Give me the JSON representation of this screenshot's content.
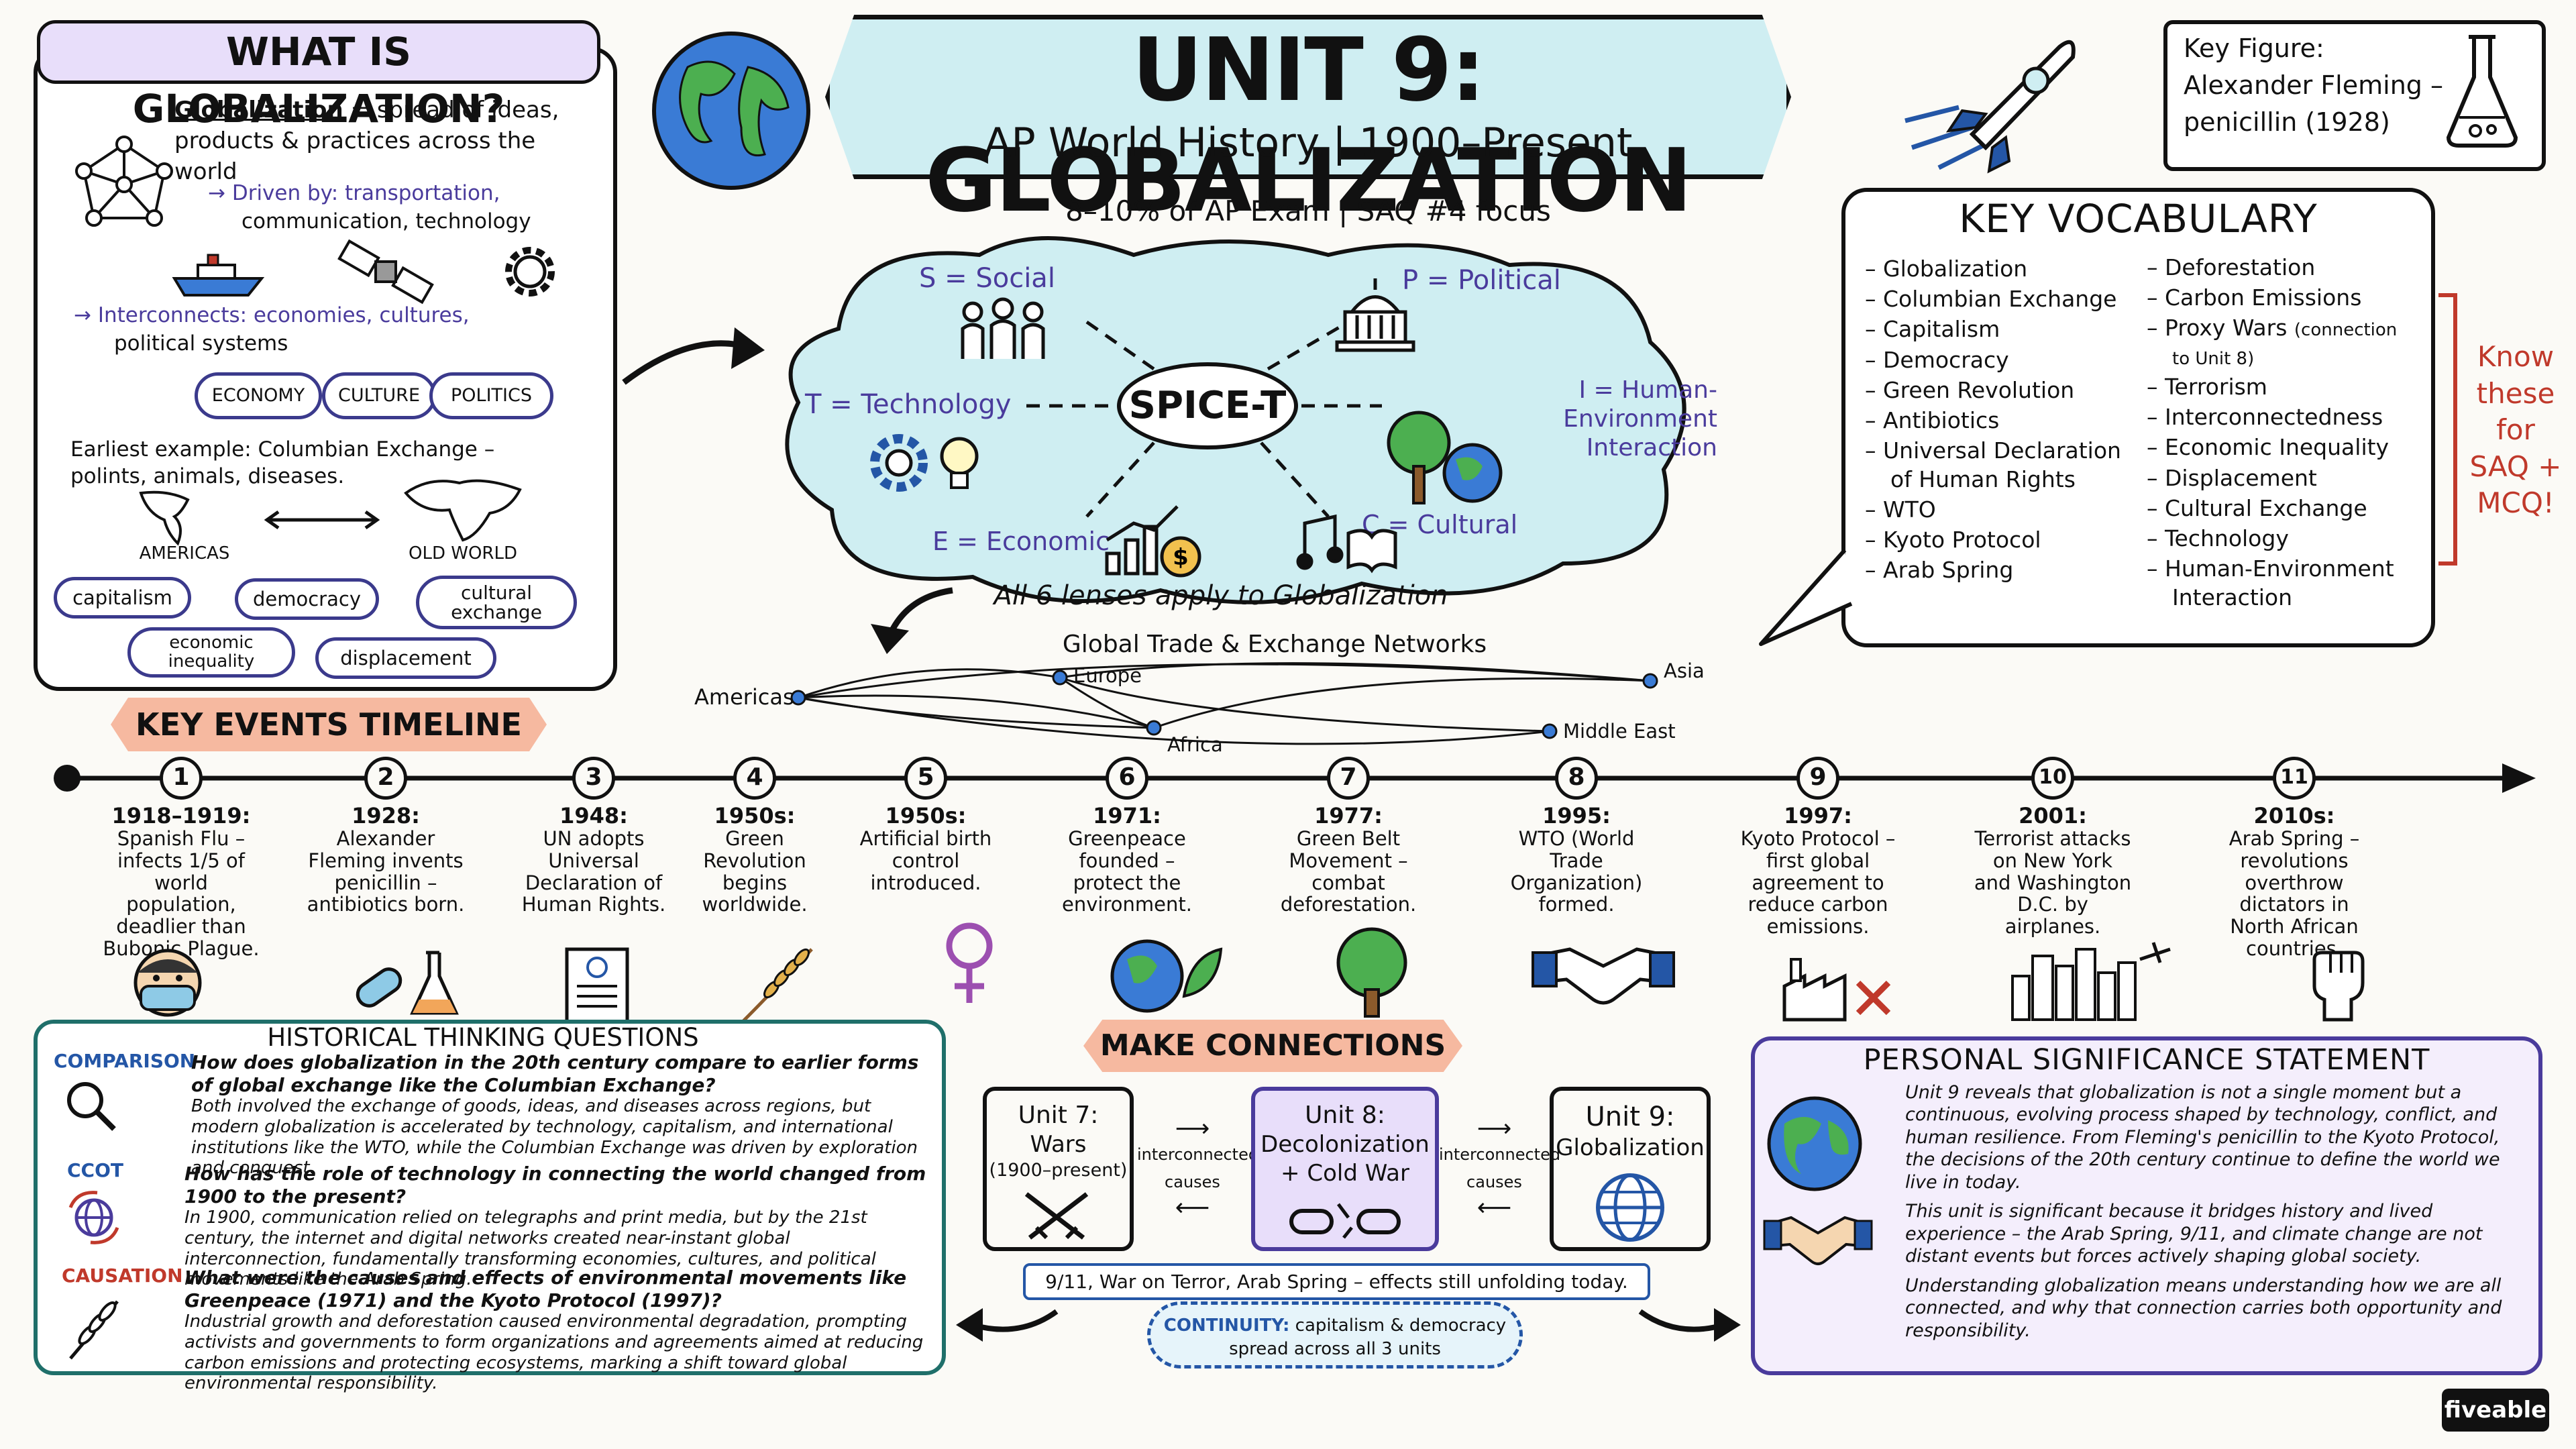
{
  "header": {
    "title": "UNIT 9: GLOBALIZATION",
    "subtitle": "AP World History | 1900–Present",
    "exam_note": "8–10% of AP Exam | SAQ #4 focus"
  },
  "key_figure": {
    "label": "Key Figure:",
    "name": "Alexander Fleming –",
    "detail": "penicillin (1928)"
  },
  "what_is": {
    "title": "WHAT IS GLOBALIZATION?",
    "def_term": "Globalization",
    "def_rest": " = spread of ideas,",
    "def_line2": "products & practices across the world",
    "driven": "→ Driven by: transportation,",
    "driven2": "communication, technology",
    "interconnects": "→ Interconnects: economies, cultures,",
    "interconnects2": "political systems",
    "pills": [
      "ECONOMY",
      "CULTURE",
      "POLITICS"
    ],
    "earliest": "Earliest example: Columbian Exchange –",
    "earliest2": "polints, animals, diseases.",
    "americas": "AMERICAS",
    "old_world": "OLD WORLD",
    "tags": [
      "capitalism",
      "democracy",
      "cultural exchange",
      "economic inequality",
      "displacement"
    ]
  },
  "spice": {
    "center": "SPICE-T",
    "social": "S = Social",
    "political": "P = Political",
    "technology": "T = Technology",
    "human_env": "I = Human-Environment",
    "human_env2": "Interaction",
    "economic": "E = Economic",
    "cultural": "C = Cultural",
    "footer": "All 6 lenses apply to Globalization"
  },
  "vocab": {
    "title": "KEY VOCABULARY",
    "left": [
      "Globalization",
      "Columbian Exchange",
      "Capitalism",
      "Democracy",
      "Green Revolution",
      "Antibiotics",
      "Universal Declaration of Human Rights",
      "WTO",
      "Kyoto Protocol",
      "Arab Spring"
    ],
    "right": [
      "Deforestation",
      "Carbon Emissions",
      "Proxy Wars",
      "Terrorism",
      "Interconnectedness",
      "Economic Inequality",
      "Displacement",
      "Cultural Exchange",
      "Technology",
      "Human-Environment Interaction"
    ],
    "proxy_note": "(connection",
    "proxy_note2": "to Unit 8)",
    "side_note": [
      "Know",
      "these",
      "for",
      "SAQ +",
      "MCQ!"
    ]
  },
  "trade": {
    "title": "Global Trade & Exchange Networks",
    "nodes": [
      "Americas",
      "Europe",
      "Africa",
      "Asia",
      "Middle East"
    ]
  },
  "timeline": {
    "title": "KEY EVENTS TIMELINE",
    "events": [
      {
        "n": "1",
        "date": "1918–1919:",
        "text": "Spanish Flu – infects 1/5 of world population, deadlier than Bubonic Plague."
      },
      {
        "n": "2",
        "date": "1928:",
        "text": "Alexander Fleming invents penicillin – antibiotics born."
      },
      {
        "n": "3",
        "date": "1948:",
        "text": "UN adopts Universal Declaration of Human Rights."
      },
      {
        "n": "4",
        "date": "1950s:",
        "text": "Green Revolution begins worldwide."
      },
      {
        "n": "5",
        "date": "1950s:",
        "text": "Artificial birth control introduced."
      },
      {
        "n": "6",
        "date": "1971:",
        "text": "Greenpeace founded – protect the environment."
      },
      {
        "n": "7",
        "date": "1977:",
        "text": "Green Belt Movement – combat deforestation."
      },
      {
        "n": "8",
        "date": "1995:",
        "text": "WTO (World Trade Organization) formed."
      },
      {
        "n": "9",
        "date": "1997:",
        "text": "Kyoto Protocol – first global agreement to reduce carbon emissions."
      },
      {
        "n": "10",
        "date": "2001:",
        "text": "Terrorist attacks on New York and Washington D.C. by airplanes."
      },
      {
        "n": "11",
        "date": "2010s:",
        "text": "Arab Spring – revolutions overthrow dictators in North African countries."
      }
    ]
  },
  "htq": {
    "title": "HISTORICAL THINKING QUESTIONS",
    "items": [
      {
        "label": "COMPARISON",
        "q": "How does globalization in the 20th century compare to earlier forms of global exchange like the Columbian Exchange?",
        "a": "Both involved the exchange of goods, ideas, and diseases across regions, but modern globalization is accelerated by technology, capitalism, and international institutions like the WTO, while the Columbian Exchange was driven by exploration and conquest."
      },
      {
        "label": "CCOT",
        "q": "How has the role of technology in connecting the world changed from 1900 to the present?",
        "a": "In 1900, communication relied on telegraphs and print media, but by the 21st century, the internet and digital networks created near-instant global interconnection, fundamentally transforming economies, cultures, and political movements like the Arab Spring."
      },
      {
        "label": "CAUSATION",
        "q": "What were the causes and effects of environmental movements like Greenpeace (1971) and the Kyoto Protocol (1997)?",
        "a": "Industrial growth and deforestation caused environmental degradation, prompting activists and governments to form organizations and agreements aimed at reducing carbon emissions and protecting ecosystems, marking a shift toward global environmental responsibility."
      }
    ]
  },
  "connections": {
    "title": "MAKE CONNECTIONS",
    "unit7": [
      "Unit 7:",
      "Wars",
      "(1900–present)"
    ],
    "unit8": [
      "Unit 8:",
      "Decolonization",
      "+ Cold War"
    ],
    "unit9": [
      "Unit 9:",
      "Globalization"
    ],
    "link1": [
      "interconnected",
      "causes"
    ],
    "link2": [
      "interconnected",
      "causes"
    ],
    "effects": "9/11, War on Terror, Arab Spring – effects still unfolding today.",
    "continuity_label": "CONTINUITY:",
    "continuity_text": " capitalism & democracy",
    "continuity_text2": "spread across all 3 units"
  },
  "personal": {
    "title": "PERSONAL SIGNIFICANCE STATEMENT",
    "p1": "Unit 9 reveals that globalization is not a single moment but a continuous, evolving process shaped by technology, conflict, and human resilience. From Fleming's penicillin to the Kyoto Protocol, the decisions of the 20th century continue to define the world we live in today.",
    "p2": "This unit is significant because it bridges history and lived experience – the Arab Spring, 9/11, and climate change are not distant events but forces actively shaping global society.",
    "p3": "Understanding globalization means understanding how we are all connected, and why that connection carries both opportunity and responsibility."
  },
  "brand": "fiveable",
  "colors": {
    "purple": "#4a3b9c",
    "teal": "#1f6f6a",
    "blue_fill": "#cfeef2",
    "lavender": "#e8defa",
    "banner": "#f6b9a0",
    "red": "#c0392b"
  }
}
